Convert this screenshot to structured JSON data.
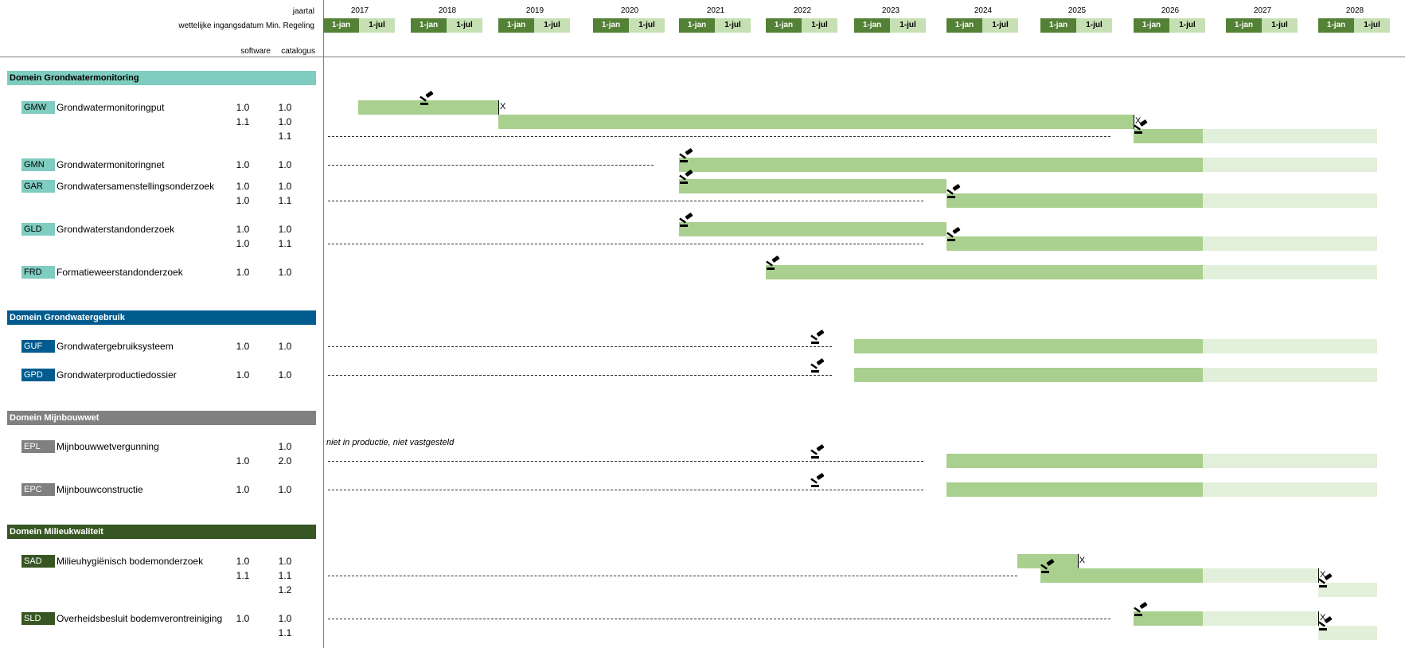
{
  "header": {
    "jaartal_label": "jaartal",
    "ingang_label": "wettelijke ingangsdatum Min. Regeling",
    "software_label": "software",
    "catalogus_label": "catalogus",
    "jan_label": "1-jan",
    "jul_label": "1-jul"
  },
  "chart_data": {
    "type": "gantt",
    "years": [
      "2017",
      "2018",
      "2019",
      "2020",
      "2021",
      "2022",
      "2023",
      "2024",
      "2025",
      "2026",
      "2027",
      "2028"
    ],
    "colors": {
      "bar_dark": "#a9d08e",
      "bar_light": "#e2efda",
      "header_jan": "#538135",
      "header_jul": "#c6e0b4"
    },
    "domains": [
      {
        "name": "Domein Grondwatermonitoring",
        "color": "#7fccc0",
        "text_color": "#000000",
        "objects": [
          {
            "code": "GMW",
            "name": "Grondwatermonitoringput",
            "rows": [
              {
                "software": "1.0",
                "catalogus": "1.0",
                "dash_to": null,
                "bars": [
                  {
                    "start": 2017.4,
                    "end": 2019.0,
                    "shade": "dark"
                  }
                ],
                "gavels": [
                  2018.1
                ],
                "x_marks": [
                  2019.0
                ]
              },
              {
                "software": "1.1",
                "catalogus": "1.0",
                "dash_to": null,
                "bars": [
                  {
                    "start": 2019.0,
                    "end": 2026.0,
                    "shade": "dark"
                  }
                ],
                "gavels": [],
                "x_marks": [
                  2026.0
                ]
              },
              {
                "software": "",
                "catalogus": "1.1",
                "dash_to": 2025.75,
                "bars": [
                  {
                    "start": 2026.0,
                    "end": 2026.75,
                    "shade": "dark"
                  },
                  {
                    "start": 2026.75,
                    "end": 2028.8,
                    "shade": "light"
                  }
                ],
                "gavels": [
                  2026.0
                ],
                "x_marks": []
              }
            ]
          },
          {
            "code": "GMN",
            "name": "Grondwatermonitoringnet",
            "rows": [
              {
                "software": "1.0",
                "catalogus": "1.0",
                "dash_to": 2020.7,
                "bars": [
                  {
                    "start": 2021.0,
                    "end": 2026.75,
                    "shade": "dark"
                  },
                  {
                    "start": 2026.75,
                    "end": 2028.8,
                    "shade": "light"
                  }
                ],
                "gavels": [
                  2021.0
                ],
                "x_marks": []
              }
            ]
          },
          {
            "code": "GAR",
            "name": "Grondwatersamenstellingsonderzoek",
            "rows": [
              {
                "software": "1.0",
                "catalogus": "1.0",
                "dash_to": null,
                "bars": [
                  {
                    "start": 2021.0,
                    "end": 2024.0,
                    "shade": "dark"
                  }
                ],
                "gavels": [
                  2021.0
                ],
                "x_marks": []
              },
              {
                "software": "1.0",
                "catalogus": "1.1",
                "dash_to": 2023.75,
                "bars": [
                  {
                    "start": 2024.0,
                    "end": 2026.75,
                    "shade": "dark"
                  },
                  {
                    "start": 2026.75,
                    "end": 2028.8,
                    "shade": "light"
                  }
                ],
                "gavels": [
                  2024.0
                ],
                "x_marks": []
              }
            ]
          },
          {
            "code": "GLD",
            "name": "Grondwaterstandonderzoek",
            "rows": [
              {
                "software": "1.0",
                "catalogus": "1.0",
                "dash_to": null,
                "bars": [
                  {
                    "start": 2021.0,
                    "end": 2024.0,
                    "shade": "dark"
                  }
                ],
                "gavels": [
                  2021.0
                ],
                "x_marks": []
              },
              {
                "software": "1.0",
                "catalogus": "1.1",
                "dash_to": 2023.75,
                "bars": [
                  {
                    "start": 2024.0,
                    "end": 2026.75,
                    "shade": "dark"
                  },
                  {
                    "start": 2026.75,
                    "end": 2028.8,
                    "shade": "light"
                  }
                ],
                "gavels": [
                  2024.0
                ],
                "x_marks": []
              }
            ]
          },
          {
            "code": "FRD",
            "name": "Formatieweerstandonderzoek",
            "rows": [
              {
                "software": "1.0",
                "catalogus": "1.0",
                "dash_to": null,
                "bars": [
                  {
                    "start": 2022.0,
                    "end": 2026.75,
                    "shade": "dark"
                  },
                  {
                    "start": 2026.75,
                    "end": 2028.8,
                    "shade": "light"
                  }
                ],
                "gavels": [
                  2022.0
                ],
                "x_marks": []
              }
            ]
          }
        ]
      },
      {
        "name": "Domein Grondwatergebruik",
        "color": "#005b8f",
        "text_color": "#ffffff",
        "objects": [
          {
            "code": "GUF",
            "name": "Grondwatergebruiksysteem",
            "rows": [
              {
                "software": "1.0",
                "catalogus": "1.0",
                "dash_to": 2022.75,
                "bars": [
                  {
                    "start": 2023.0,
                    "end": 2026.75,
                    "shade": "dark"
                  },
                  {
                    "start": 2026.75,
                    "end": 2028.8,
                    "shade": "light"
                  }
                ],
                "gavels": [
                  2022.5
                ],
                "x_marks": []
              }
            ]
          },
          {
            "code": "GPD",
            "name": "Grondwaterproductiedossier",
            "rows": [
              {
                "software": "1.0",
                "catalogus": "1.0",
                "dash_to": 2022.75,
                "bars": [
                  {
                    "start": 2023.0,
                    "end": 2026.75,
                    "shade": "dark"
                  },
                  {
                    "start": 2026.75,
                    "end": 2028.8,
                    "shade": "light"
                  }
                ],
                "gavels": [
                  2022.5
                ],
                "x_marks": []
              }
            ]
          }
        ]
      },
      {
        "name": "Domein Mijnbouwwet",
        "color": "#808080",
        "text_color": "#ffffff",
        "objects": [
          {
            "code": "EPL",
            "name": "Mijnbouwwetvergunning",
            "rows": [
              {
                "software": "",
                "catalogus": "1.0",
                "dash_to": null,
                "note": "niet in productie, niet vastgesteld",
                "bars": [],
                "gavels": [],
                "x_marks": []
              },
              {
                "software": "1.0",
                "catalogus": "2.0",
                "dash_to": 2023.75,
                "bars": [
                  {
                    "start": 2024.0,
                    "end": 2026.75,
                    "shade": "dark"
                  },
                  {
                    "start": 2026.75,
                    "end": 2028.8,
                    "shade": "light"
                  }
                ],
                "gavels": [
                  2022.5
                ],
                "x_marks": []
              }
            ]
          },
          {
            "code": "EPC",
            "name": "Mijnbouwconstructie",
            "rows": [
              {
                "software": "1.0",
                "catalogus": "1.0",
                "dash_to": 2023.75,
                "bars": [
                  {
                    "start": 2024.0,
                    "end": 2026.75,
                    "shade": "dark"
                  },
                  {
                    "start": 2026.75,
                    "end": 2028.8,
                    "shade": "light"
                  }
                ],
                "gavels": [
                  2022.5
                ],
                "x_marks": []
              }
            ]
          }
        ]
      },
      {
        "name": "Domein Milieukwaliteit",
        "color": "#375623",
        "text_color": "#ffffff",
        "objects": [
          {
            "code": "SAD",
            "name": "Milieuhygiënisch bodemonderzoek",
            "rows": [
              {
                "software": "1.0",
                "catalogus": "1.0",
                "dash_to": null,
                "bars": [
                  {
                    "start": 2024.75,
                    "end": 2025.4,
                    "shade": "dark"
                  }
                ],
                "gavels": [],
                "x_marks": [
                  2025.4
                ]
              },
              {
                "software": "1.1",
                "catalogus": "1.1",
                "dash_to": 2024.75,
                "bars": [
                  {
                    "start": 2025.0,
                    "end": 2026.75,
                    "shade": "dark"
                  },
                  {
                    "start": 2026.75,
                    "end": 2028.0,
                    "shade": "light"
                  }
                ],
                "gavels": [
                  2025.0
                ],
                "x_marks": [
                  2028.0
                ]
              },
              {
                "software": "",
                "catalogus": "1.2",
                "dash_to": null,
                "bars": [
                  {
                    "start": 2028.0,
                    "end": 2028.8,
                    "shade": "light"
                  }
                ],
                "gavels": [
                  2028.0
                ],
                "x_marks": []
              }
            ]
          },
          {
            "code": "SLD",
            "name": "Overheidsbesluit bodemverontreiniging",
            "rows": [
              {
                "software": "1.0",
                "catalogus": "1.0",
                "dash_to": 2025.75,
                "bars": [
                  {
                    "start": 2026.0,
                    "end": 2026.75,
                    "shade": "dark"
                  },
                  {
                    "start": 2026.75,
                    "end": 2028.0,
                    "shade": "light"
                  }
                ],
                "gavels": [
                  2026.0
                ],
                "x_marks": [
                  2028.0
                ]
              },
              {
                "software": "",
                "catalogus": "1.1",
                "dash_to": null,
                "bars": [
                  {
                    "start": 2028.0,
                    "end": 2028.8,
                    "shade": "light"
                  }
                ],
                "gavels": [
                  2028.0
                ],
                "x_marks": []
              }
            ]
          }
        ]
      }
    ]
  }
}
